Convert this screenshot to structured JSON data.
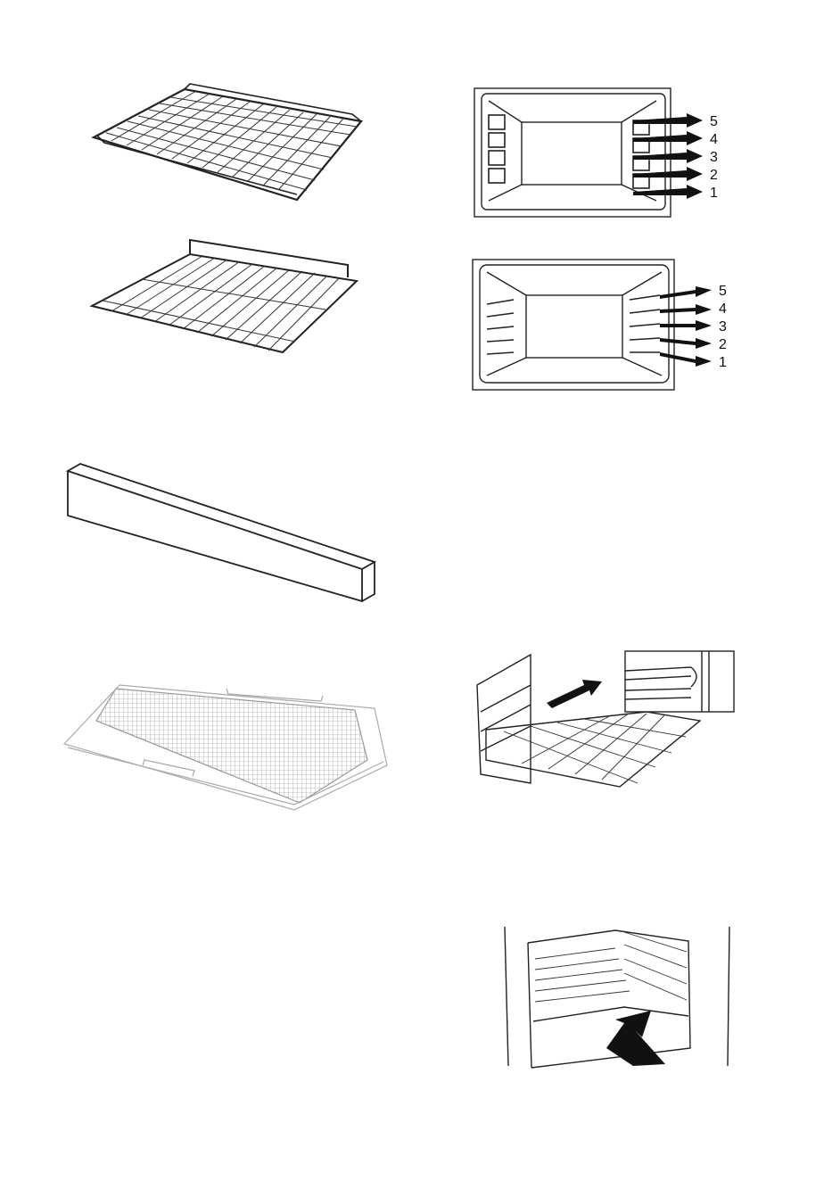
{
  "diagrams": {
    "shelf_levels_with_racks": [
      "5",
      "4",
      "3",
      "2",
      "1"
    ],
    "shelf_levels_with_wires": [
      "5",
      "4",
      "3",
      "2",
      "1"
    ]
  }
}
